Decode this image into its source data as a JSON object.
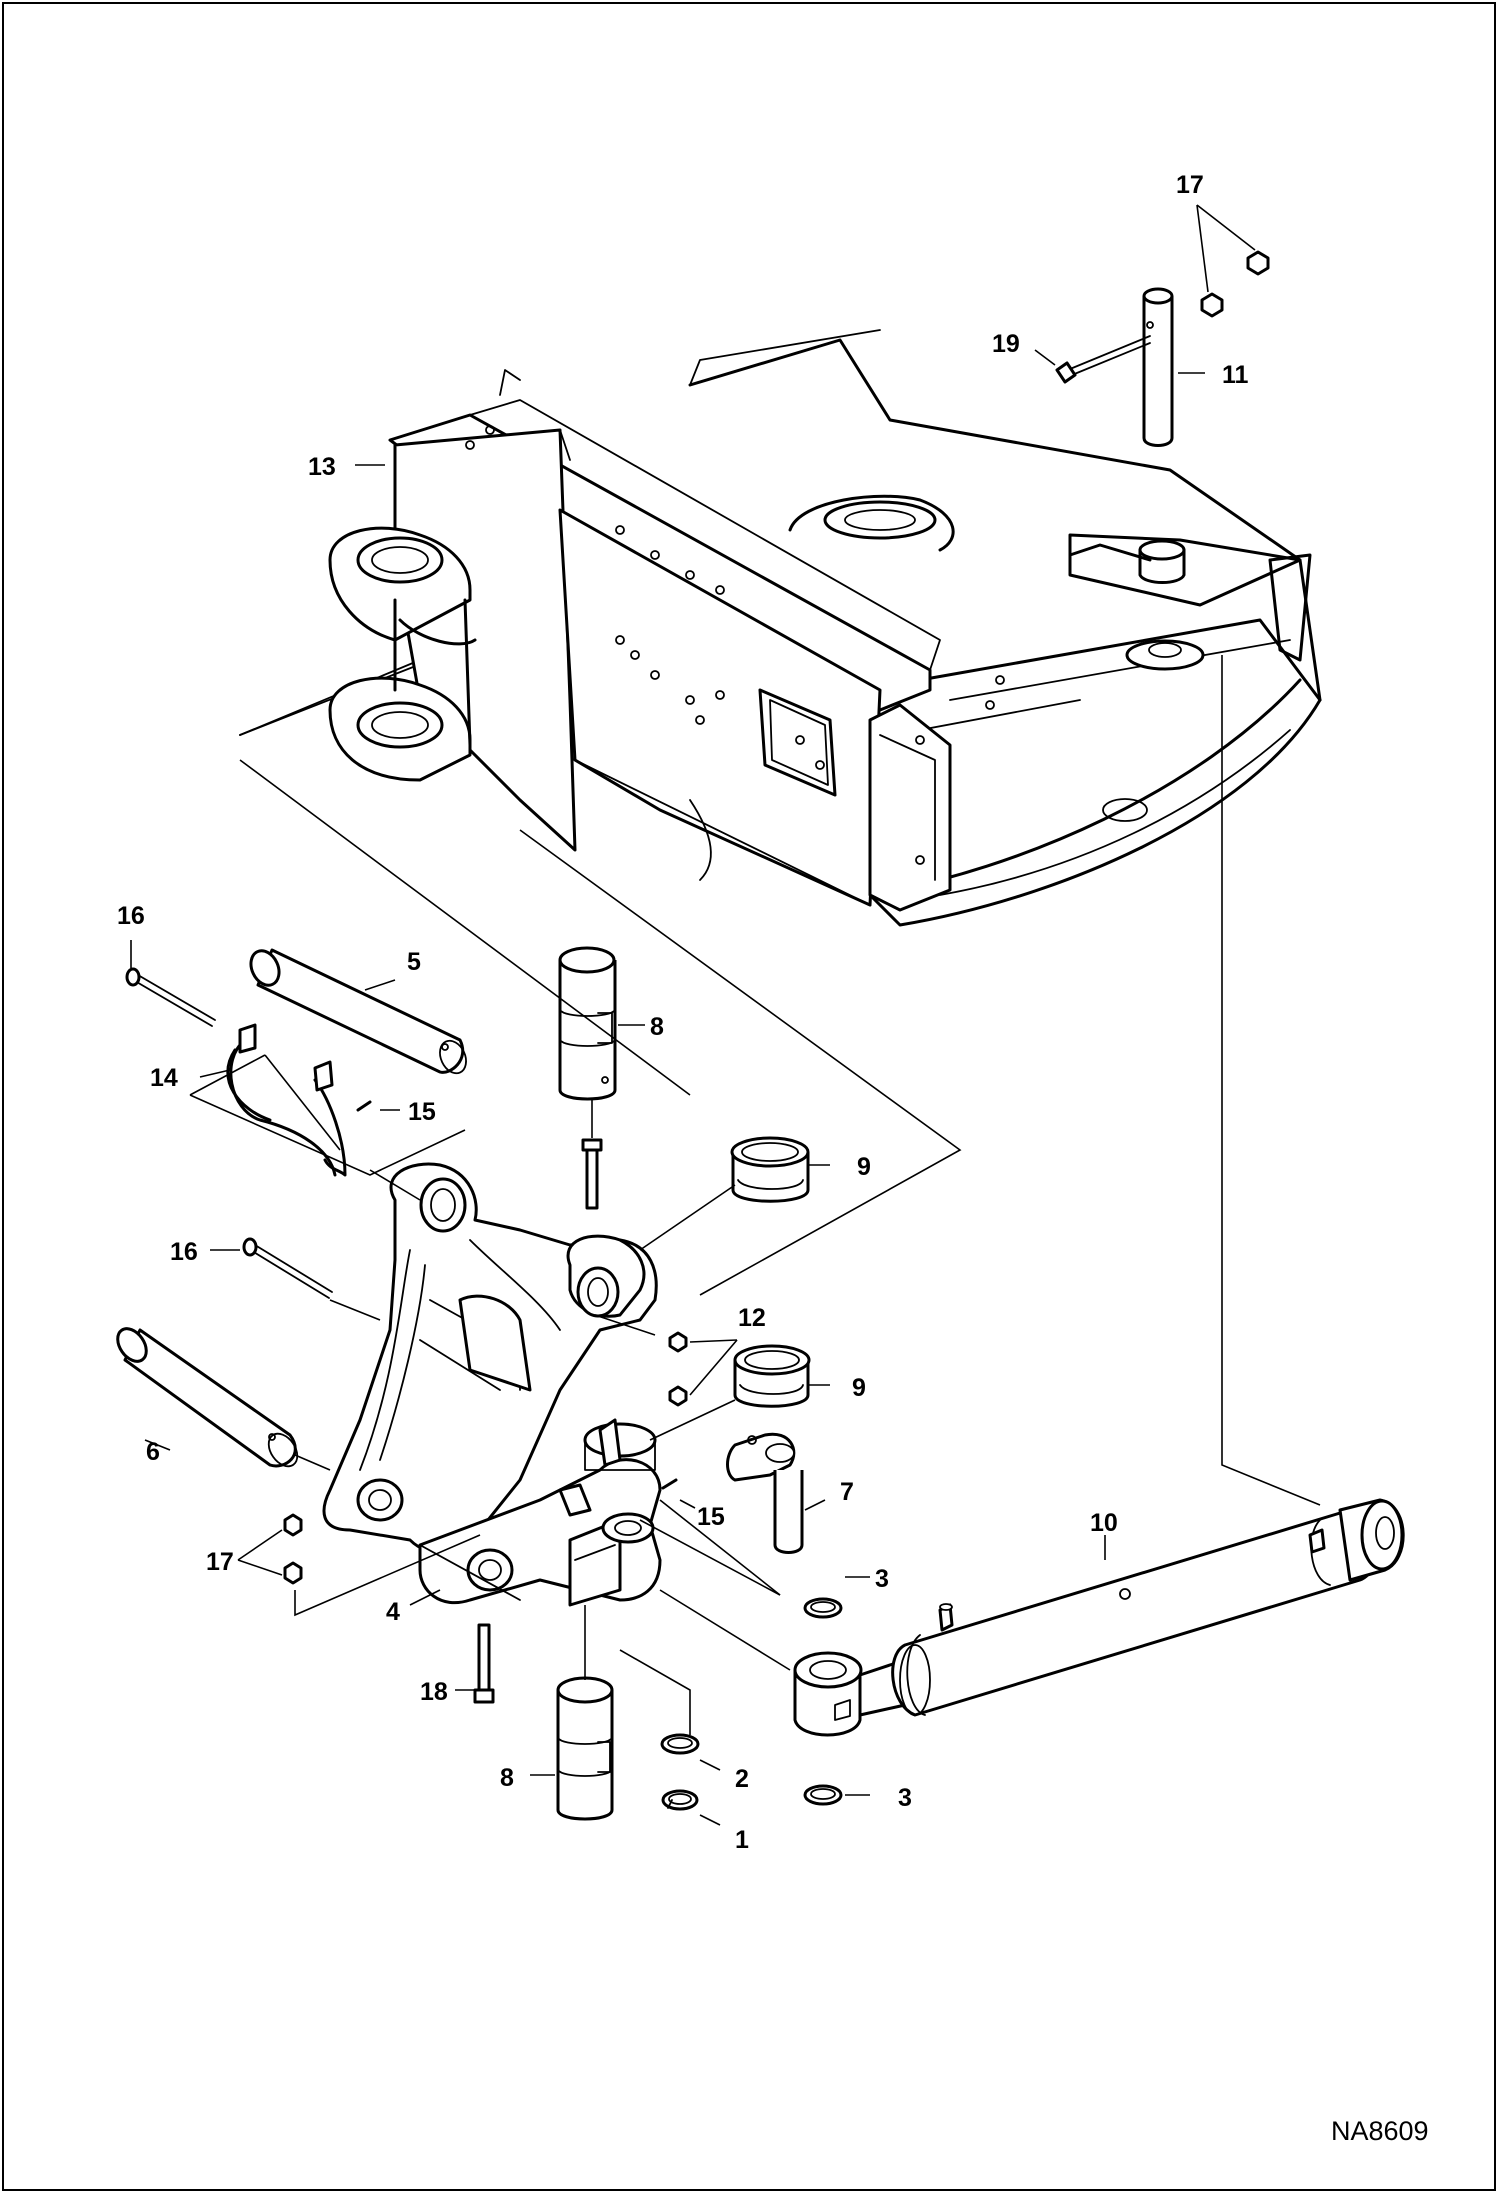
{
  "drawing": {
    "reference_code": "NA8609",
    "callouts": [
      "1",
      "2",
      "3",
      "3",
      "4",
      "5",
      "6",
      "7",
      "8",
      "8",
      "9",
      "9",
      "10",
      "11",
      "12",
      "13",
      "14",
      "15",
      "15",
      "16",
      "16",
      "17",
      "17",
      "18",
      "19"
    ]
  },
  "parts": [
    {
      "number": "13",
      "icon": "upper-frame-icon"
    },
    {
      "number": "11",
      "icon": "pivot-pin-icon"
    },
    {
      "number": "19",
      "icon": "bolt-icon"
    },
    {
      "number": "17",
      "icon": "nut-icon"
    },
    {
      "number": "16",
      "icon": "bolt-icon"
    },
    {
      "number": "5",
      "icon": "pin-icon"
    },
    {
      "number": "14",
      "icon": "hose-guide-icon"
    },
    {
      "number": "15",
      "icon": "spring-pin-icon"
    },
    {
      "number": "8",
      "icon": "pin-icon"
    },
    {
      "number": "9",
      "icon": "bushing-icon"
    },
    {
      "number": "12",
      "icon": "nut-icon"
    },
    {
      "number": "6",
      "icon": "pin-icon"
    },
    {
      "number": "4",
      "icon": "swing-bracket-icon"
    },
    {
      "number": "7",
      "icon": "cylinder-pin-icon"
    },
    {
      "number": "3",
      "icon": "shim-icon"
    },
    {
      "number": "10",
      "icon": "swing-cylinder-icon"
    },
    {
      "number": "18",
      "icon": "bolt-icon"
    },
    {
      "number": "2",
      "icon": "shim-icon"
    },
    {
      "number": "1",
      "icon": "snap-ring-icon"
    }
  ]
}
